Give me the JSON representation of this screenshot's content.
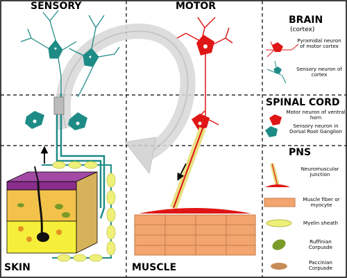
{
  "columns": {
    "sensory": "SENSORY",
    "motor": "MOTOR"
  },
  "sections": {
    "brain": "BRAIN",
    "cortex": "(cortex)",
    "spinal_cord": "SPINAL CORD",
    "pns": "PNS",
    "skin": "SKIN",
    "muscle": "MUSCLE"
  },
  "legend": {
    "pyramidal": "Pyramidal neuron of motor cortex",
    "sensory_cortex": "Sensory neuron of cortex",
    "motor_ventral": "Motor neuron of ventral horn",
    "sensory_drg": "Sensory neuron in Dorsal Root Ganglion",
    "nmj": "Neuromuscular junction",
    "muscle_fiber": "Muscle fiber or myocyte",
    "myelin": "Myelin sheath",
    "ruffinian": "Ruffinian Corpusde",
    "paccinian": "Paccinian Corpusde"
  },
  "colors": {
    "sensory_neuron": "#1e8b86",
    "motor_neuron": "#e01515",
    "myelin": "#eef07a",
    "muscle": "#f2a56e",
    "skin_top": "#8a2d8c",
    "skin_dermis": "#f3c24a",
    "subcutis": "#f5ef3a",
    "ruffinian": "#7a9a2a",
    "paccinian": "#c98b55"
  },
  "icons": [
    "up-arrow-icon",
    "down-arrow-icon",
    "circular-flow-arrow-icon"
  ]
}
